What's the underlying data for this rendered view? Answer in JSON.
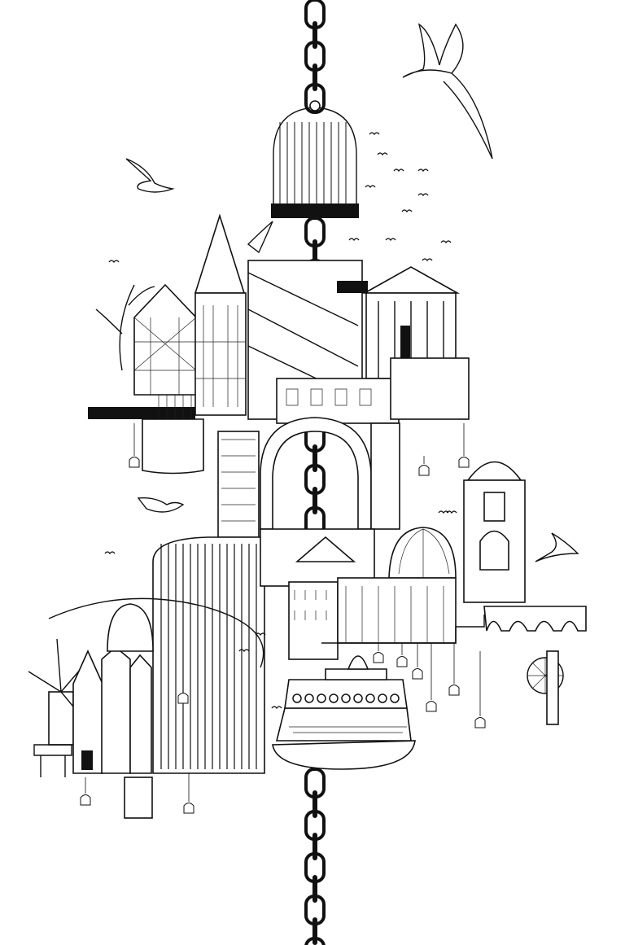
{
  "artwork": {
    "style": "pen-and-ink line drawing",
    "colors": {
      "ink": "#111111",
      "paper": "#ffffff"
    },
    "motifs": [
      "chain",
      "birdcage",
      "seagull",
      "tower",
      "half-timbered-house",
      "classical-temple",
      "arch",
      "pagoda",
      "greenhouse-dome",
      "ornate-tower",
      "aqueduct",
      "windmill",
      "canal-houses",
      "ferry-ship",
      "gear-wheel",
      "hanging-cages"
    ]
  }
}
